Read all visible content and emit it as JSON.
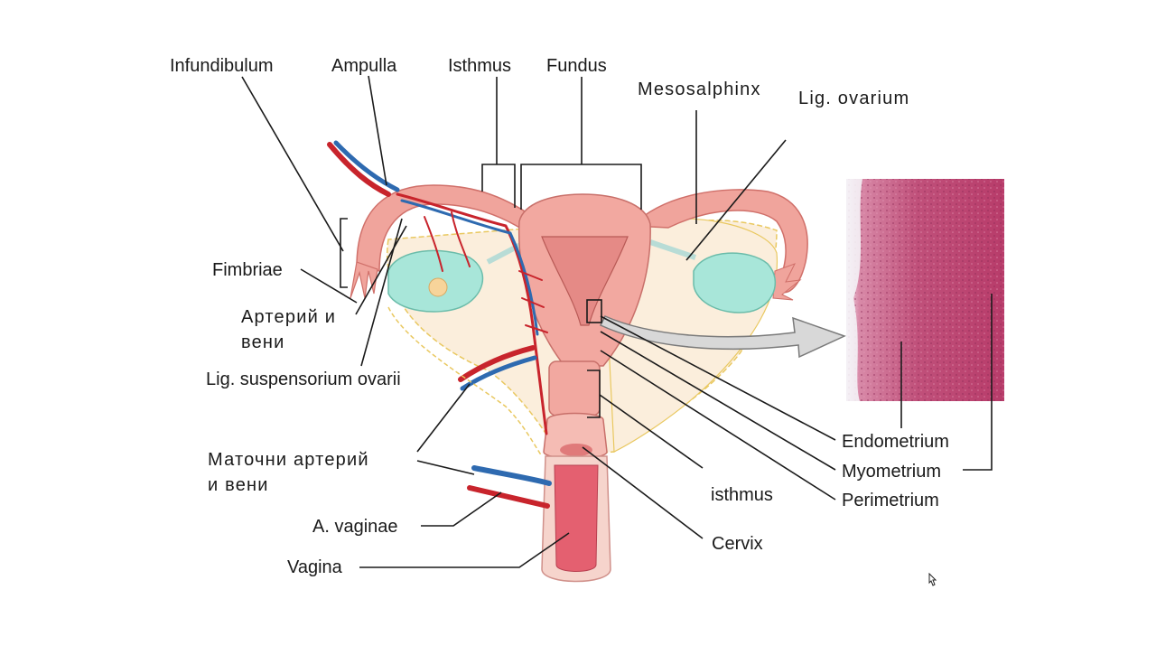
{
  "labels": {
    "infundibulum": "Infundibulum",
    "ampulla": "Ampulla",
    "isthmus_top": "Isthmus",
    "fundus": "Fundus",
    "mesosalphinx": "Mesosalphinx",
    "lig_ovarium": "Lig. ovarium",
    "fimbriae": "Fimbriae",
    "arterii_veni_1": "Артерий и",
    "arterii_veni_2": "вени",
    "lig_suspensorium": "Lig. suspensorium ovarii",
    "matochni_1": "Маточни артерий",
    "matochni_2": "и вени",
    "a_vaginae": "A. vaginae",
    "vagina": "Vagina",
    "isthmus_low": "isthmus",
    "cervix": "Cervix",
    "endometrium": "Endometrium",
    "myometrium": "Myometrium",
    "perimetrium": "Perimetrium"
  },
  "colors": {
    "uterus": "#f2a8a0",
    "uterus_dark": "#e58a86",
    "tube": "#f0a49c",
    "ovary": "#a8e6d9",
    "artery": "#c8242c",
    "vein": "#2e6ab0",
    "broad_ligament": "#fbeedc",
    "tissue": "#c0507a",
    "tissue_light": "#e4a8c0",
    "arrow": "#cfcfcf",
    "line": "#1a1a1a"
  },
  "icons": [
    "cursor-icon",
    "magnify-arrow-icon"
  ]
}
